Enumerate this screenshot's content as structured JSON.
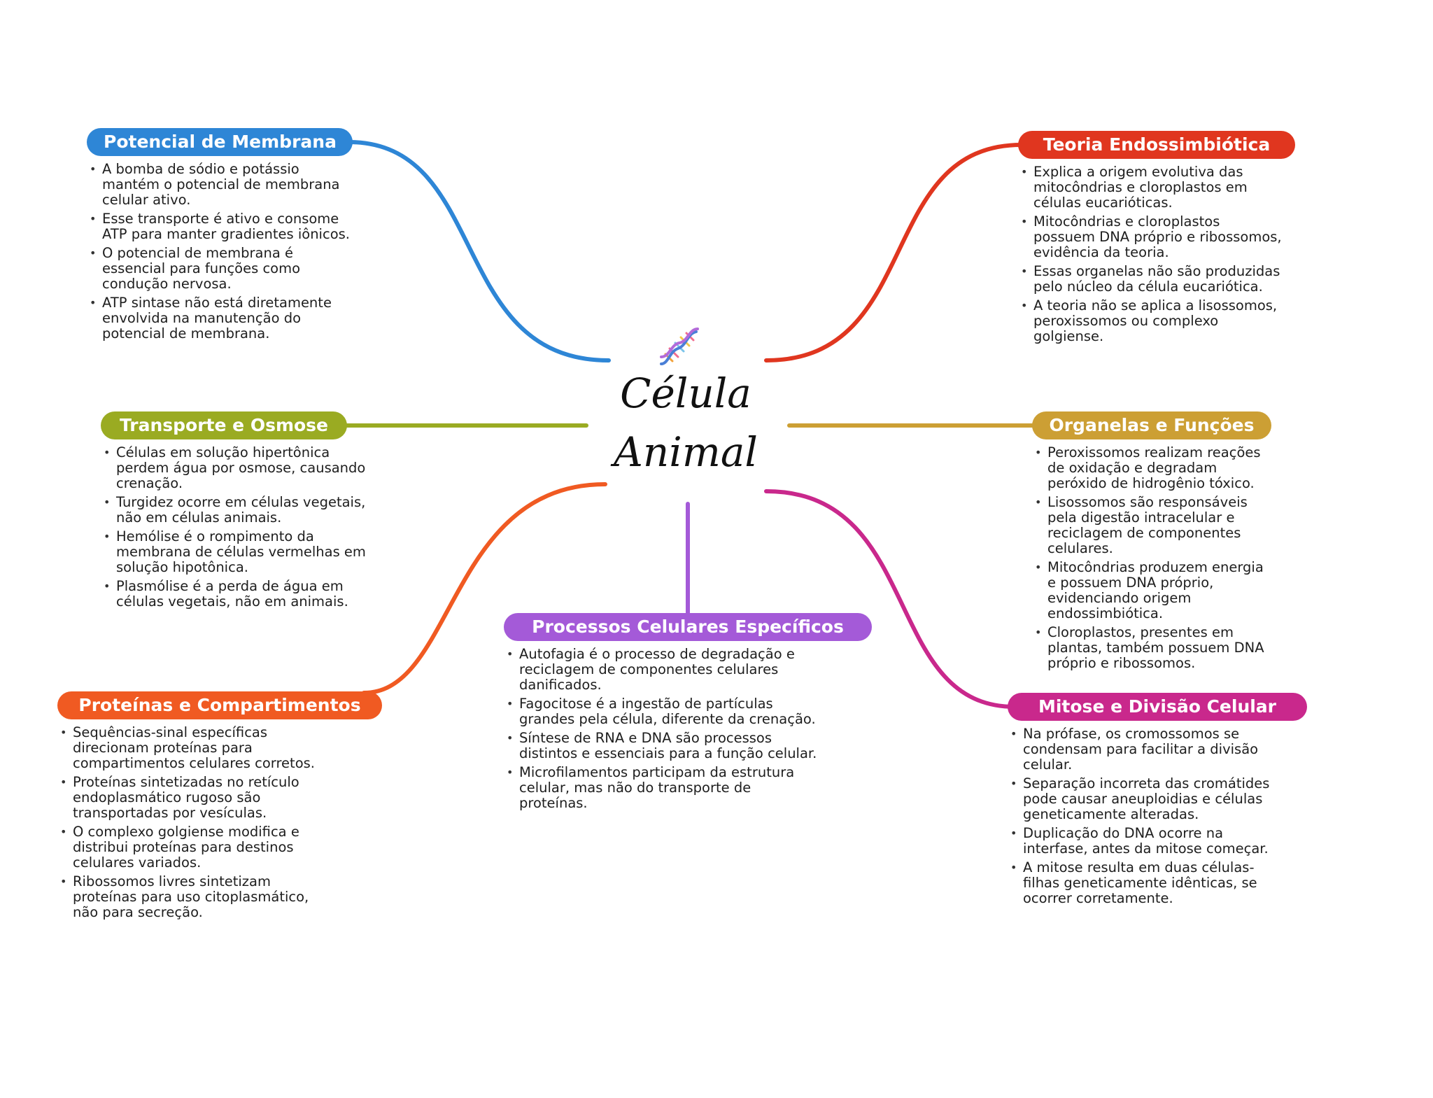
{
  "center": {
    "title_line1": "Célula",
    "title_line2": "Animal",
    "icon": "dna-icon"
  },
  "colors": {
    "potencial": "#2e86d6",
    "transporte": "#9aab22",
    "proteinas": "#f05a22",
    "processos": "#a45ad8",
    "teoria": "#e0361f",
    "organelas": "#cc9f34",
    "mitose": "#c9288c"
  },
  "branches": {
    "potencial": {
      "title": "Potencial de Membrana",
      "items": [
        "A bomba de sódio e potássio mantém o potencial de membrana celular ativo.",
        "Esse transporte é ativo e consome ATP para manter gradientes iônicos.",
        "O potencial de membrana é essencial para funções como condução nervosa.",
        "ATP sintase não está diretamente envolvida na manutenção do potencial de membrana."
      ]
    },
    "transporte": {
      "title": "Transporte e Osmose",
      "items": [
        "Células em solução hipertônica perdem água por osmose, causando crenação.",
        "Turgidez ocorre em células vegetais, não em células animais.",
        "Hemólise é o rompimento da membrana de células vermelhas em solução hipotônica.",
        "Plasmólise é a perda de água em células vegetais, não em animais."
      ]
    },
    "proteinas": {
      "title": "Proteínas e Compartimentos",
      "items": [
        "Sequências-sinal específicas direcionam proteínas para compartimentos celulares corretos.",
        "Proteínas sintetizadas no retículo endoplasmático rugoso são transportadas por vesículas.",
        "O complexo golgiense modifica e distribui proteínas para destinos celulares variados.",
        "Ribossomos livres sintetizam proteínas para uso citoplasmático, não para secreção."
      ]
    },
    "processos": {
      "title": "Processos Celulares Específicos",
      "items": [
        "Autofagia é o processo de degradação e reciclagem de componentes celulares danificados.",
        "Fagocitose é a ingestão de partículas grandes pela célula, diferente da crenação.",
        "Síntese de RNA e DNA são processos distintos e essenciais para a função celular.",
        "Microfilamentos participam da estrutura celular, mas não do transporte de proteínas."
      ]
    },
    "teoria": {
      "title": "Teoria Endossimbiótica",
      "items": [
        "Explica a origem evolutiva das mitocôndrias e cloroplastos em células eucarióticas.",
        "Mitocôndrias e cloroplastos possuem DNA próprio e ribossomos, evidência da teoria.",
        "Essas organelas não são produzidas pelo núcleo da célula eucariótica.",
        "A teoria não se aplica a lisossomos, peroxissomos ou complexo golgiense."
      ]
    },
    "organelas": {
      "title": "Organelas e Funções",
      "items": [
        "Peroxissomos realizam reações de oxidação e degradam peróxido de hidrogênio tóxico.",
        "Lisossomos são responsáveis pela digestão intracelular e reciclagem de componentes celulares.",
        "Mitocôndrias produzem energia e possuem DNA próprio, evidenciando origem endossimbiótica.",
        "Cloroplastos, presentes em plantas, também possuem DNA próprio e ribossomos."
      ]
    },
    "mitose": {
      "title": "Mitose e Divisão Celular",
      "items": [
        "Na prófase, os cromossomos se condensam para facilitar a divisão celular.",
        "Separação incorreta das cromátides pode causar aneuploidias e células geneticamente alteradas.",
        "Duplicação do DNA ocorre na interfase, antes da mitose começar.",
        "A mitose resulta em duas células-filhas geneticamente idênticas, se ocorrer corretamente."
      ]
    }
  }
}
